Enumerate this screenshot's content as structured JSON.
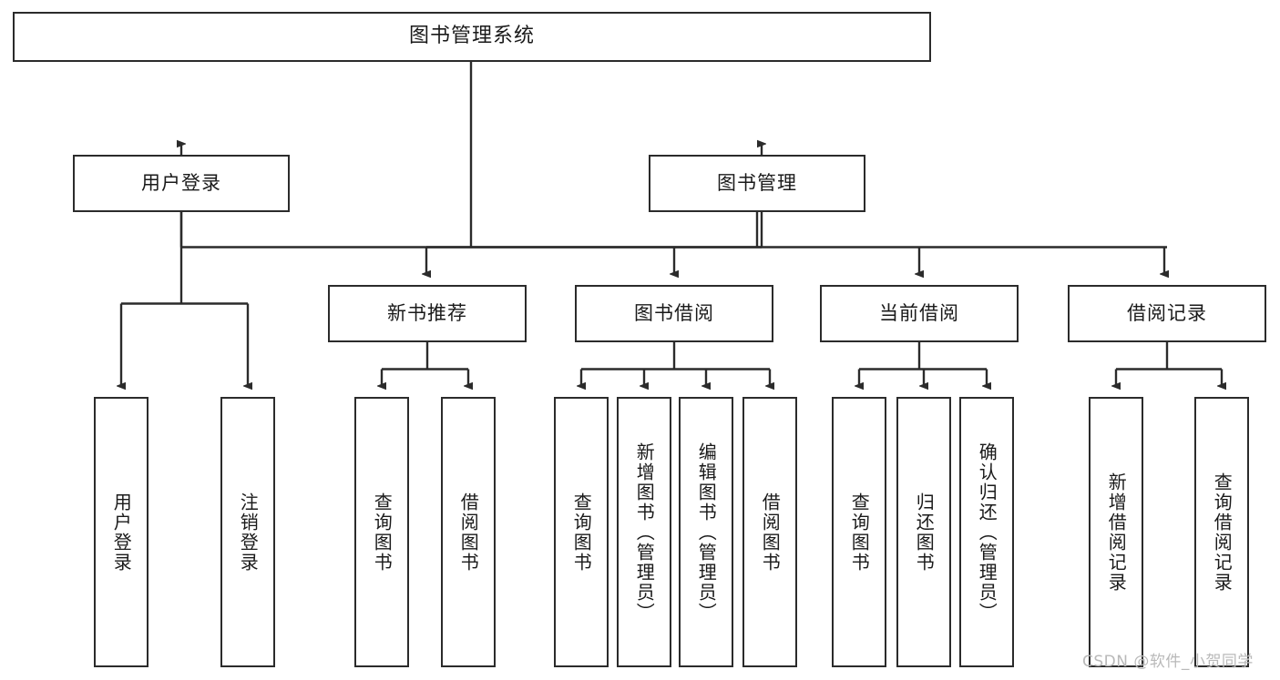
{
  "diagram": {
    "title": "图书管理系统",
    "type": "tree-hierarchy-functional-structure",
    "root": {
      "id": "root",
      "label": "图书管理系统"
    },
    "level1": [
      {
        "id": "user-login",
        "label": "用户登录"
      },
      {
        "id": "book-management",
        "label": "图书管理"
      }
    ],
    "level2": [
      {
        "id": "new-book-recommend",
        "label": "新书推荐"
      },
      {
        "id": "book-borrow",
        "label": "图书借阅"
      },
      {
        "id": "current-borrow",
        "label": "当前借阅"
      },
      {
        "id": "borrow-record",
        "label": "借阅记录"
      }
    ],
    "leaves": {
      "user_login": [
        {
          "id": "leaf-user-login",
          "label": "用户登录"
        },
        {
          "id": "leaf-user-logout",
          "label": "注销登录"
        }
      ],
      "new_book_recommend": [
        {
          "id": "leaf-query-book-1",
          "label": "查询图书"
        },
        {
          "id": "leaf-borrow-book-1",
          "label": "借阅图书"
        }
      ],
      "book_borrow": [
        {
          "id": "leaf-query-book-2",
          "label": "查询图书"
        },
        {
          "id": "leaf-add-book",
          "label": "新增图书（管理员）"
        },
        {
          "id": "leaf-edit-book",
          "label": "编辑图书（管理员）"
        },
        {
          "id": "leaf-borrow-book-2",
          "label": "借阅图书"
        }
      ],
      "current_borrow": [
        {
          "id": "leaf-query-book-3",
          "label": "查询图书"
        },
        {
          "id": "leaf-return-book",
          "label": "归还图书"
        },
        {
          "id": "leaf-confirm-return",
          "label": "确认归还（管理员）"
        }
      ],
      "borrow_record": [
        {
          "id": "leaf-add-record",
          "label": "新增借阅记录"
        },
        {
          "id": "leaf-query-record",
          "label": "查询借阅记录"
        }
      ]
    },
    "watermark": "CSDN @软件_小贺同学",
    "colors": {
      "stroke": "#2b2b2b",
      "text": "#1a1a1a",
      "background": "#ffffff",
      "watermark": "#b9b9b9"
    }
  }
}
